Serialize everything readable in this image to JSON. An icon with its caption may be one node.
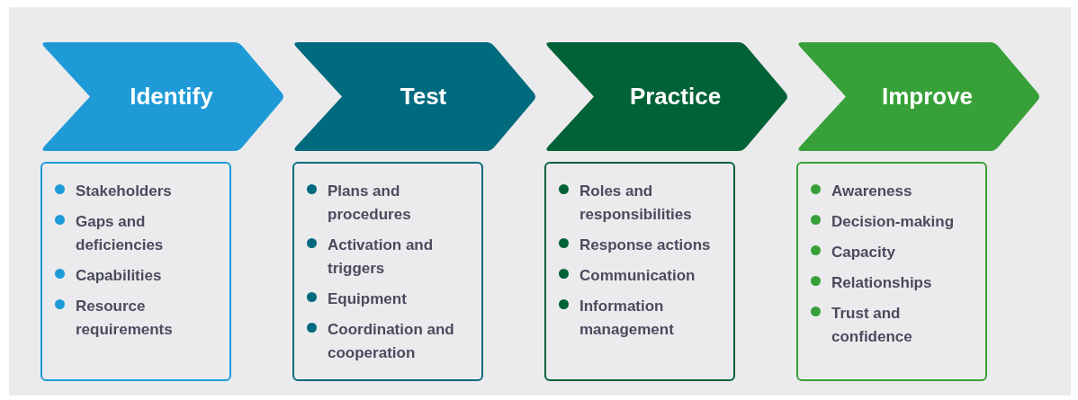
{
  "diagram": {
    "nodes": [
      {
        "text": [
          "Identify"
        ]
      },
      {
        "text": [
          "Stakeholders",
          "Gaps and deficiencies",
          "Capabilities",
          "Resource requirements"
        ]
      },
      {
        "text": [
          "Test"
        ]
      },
      {
        "text": [
          "Plans and procedures",
          "Activation and triggers",
          "Equipment",
          "Coordination and cooperation"
        ]
      },
      {
        "text": [
          "Practice"
        ]
      },
      {
        "text": [
          "Roles and responsibilities",
          "Response actions",
          "Communication",
          "Information management"
        ]
      },
      {
        "text": [
          "Improve"
        ]
      },
      {
        "text": [
          "Awareness",
          "Decision-making",
          "Capacity",
          "Relationships",
          "Trust and confidence"
        ]
      }
    ]
  }
}
